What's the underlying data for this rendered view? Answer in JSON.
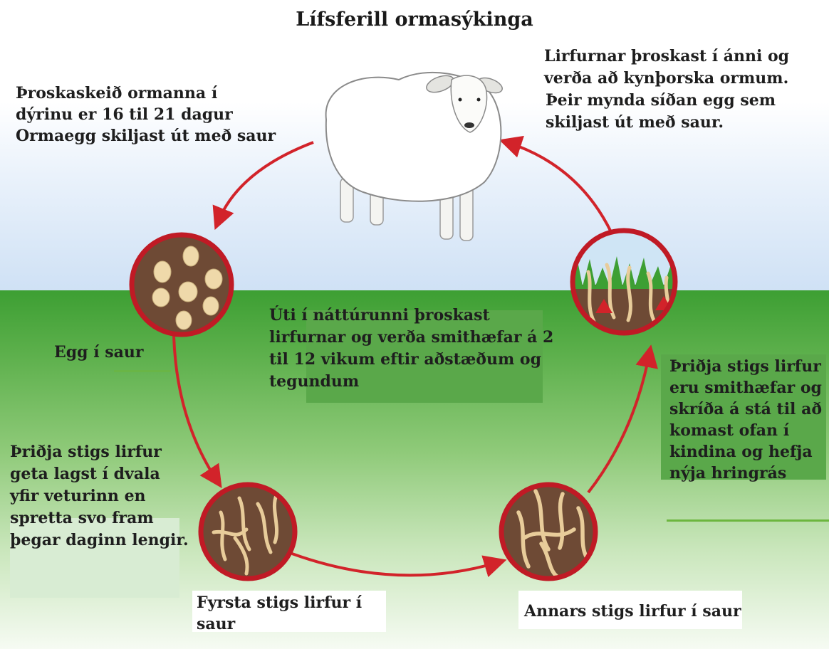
{
  "title": "Lífsferill ormasýkinga",
  "labels": {
    "top_left": [
      "Þroskaskeið ormanna í",
      "dýrinu er 16 til 21 dagur",
      "Ormaegg skiljast út með saur"
    ],
    "top_right": [
      "Lirfurnar þroskast í ánni  og",
      "verða að kynþorska ormum.",
      "Þeir mynda síðan egg sem",
      "skiljast út með saur."
    ],
    "egg": "Egg í saur",
    "center": [
      "Úti í náttúrunni þroskast",
      "lirfurnar og verða smithæfar á 2",
      "til 12 vikum eftir aðstæðum og",
      "tegundum"
    ],
    "right": [
      "Þriðja stigs lirfur",
      "eru smithæfar og",
      "skríða á stá til að",
      "komast ofan í",
      "kindina og hefja",
      "nýja hringrás"
    ],
    "left": [
      "Þriðja stigs lirfur",
      "geta lagst í dvala",
      "yfir veturinn en",
      "spretta svo fram",
      "þegar daginn lengir."
    ],
    "first_stage": [
      "Fyrsta stigs lirfur í",
      "saur"
    ],
    "second_stage": "Annars stigs lirfur í saur"
  },
  "colors": {
    "arrow": "#d2232a",
    "circle_border": "#c01a25",
    "dung": "#6e4a35",
    "larva": "#e8cc9a",
    "egg": "#efd9aa",
    "grass": "#3d9f33"
  },
  "icons": {
    "sheep": "sheep-illustration",
    "eggs": "eggs-in-dung",
    "larvae": "larvae-in-dung",
    "grass_larvae": "larvae-on-grass"
  }
}
